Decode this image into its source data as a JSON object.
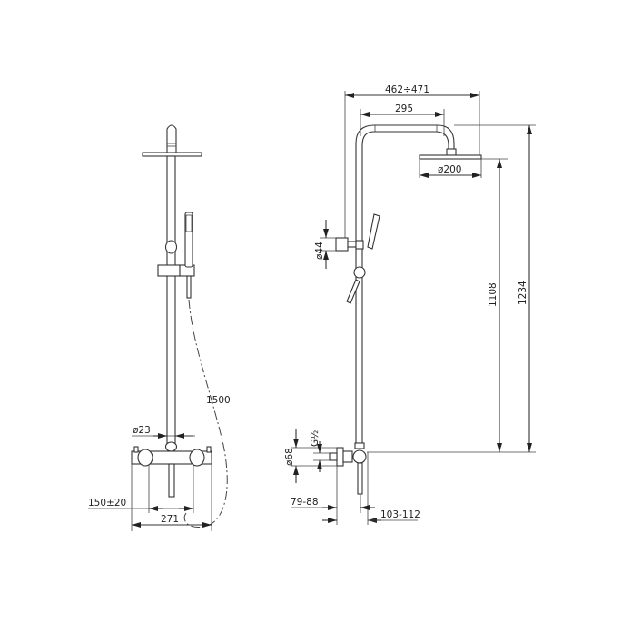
{
  "drawing": {
    "title": "Shower column technical drawing",
    "front_view": {
      "dimensions": {
        "pipe_diameter": "ø23",
        "hose_length": "1500",
        "outlet_spacing": "150±20",
        "mixer_width": "271"
      }
    },
    "side_view": {
      "dimensions": {
        "arm_reach_total": "462÷471",
        "arm_length": "295",
        "head_diameter": "ø200",
        "bracket_diameter": "ø44",
        "height_to_head": "1108",
        "total_height": "1234",
        "escutcheon_diameter": "ø68",
        "thread": "G½",
        "wall_offset_a": "79-88",
        "wall_offset_b": "103-112"
      }
    },
    "colors": {
      "line": "#333333",
      "background": "#ffffff"
    }
  }
}
